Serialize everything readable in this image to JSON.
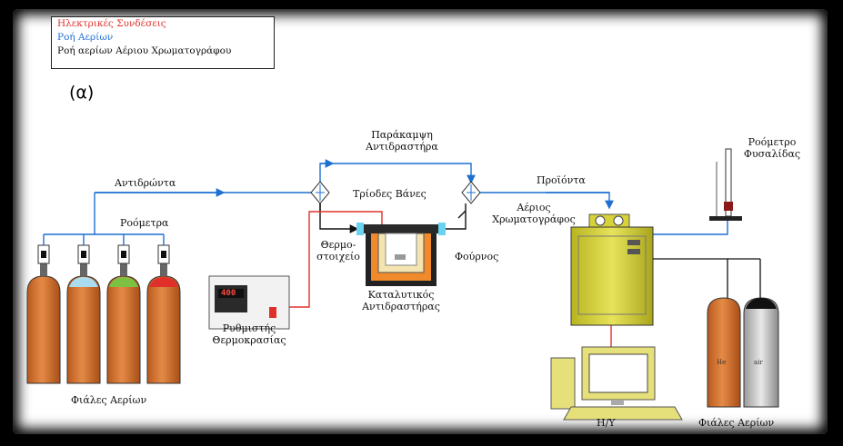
{
  "legend": {
    "electrical": "Ηλεκτρικές Συνδέσεις",
    "gas_flow": "Ροή Αερίων",
    "gc_gas_flow": "Ροή αερίων Αέριου Χρωματογράφου"
  },
  "panel_letter": "(α)",
  "labels": {
    "reactants": "Αντιδρώντα",
    "flowmeters": "Ροόμετρα",
    "gas_bottles_left": "Φιάλες Αερίων",
    "bypass_line1": "Παράκαμψη",
    "bypass_line2": "Αντιδραστήρα",
    "three_way_valves": "Τρίοδες Βάνες",
    "thermocouple_line1": "Θερμο-",
    "thermocouple_line2": "στοιχείο",
    "furnace": "Φούρνος",
    "catalytic_reactor_line1": "Καταλυτικός",
    "catalytic_reactor_line2": "Αντιδραστήρας",
    "temp_controller_line1": "Ρυθμιστής",
    "temp_controller_line2": "Θερμοκρασίας",
    "controller_display": "400",
    "products": "Προϊόντα",
    "gc_line1": "Αέριος",
    "gc_line2": "Χρωματογράφος",
    "bubble_flowmeter_line1": "Ροόμετρο",
    "bubble_flowmeter_line2": "Φυσαλίδας",
    "pc": "Η/Υ",
    "gas_bottles_right": "Φιάλες Αερίων",
    "bottle_he": "He",
    "bottle_air": "air"
  },
  "colors": {
    "electrical": "#e0302a",
    "gas_flow": "#1d6fd1",
    "gc_gas_flow": "#111111",
    "bottle_body": "#d4722f",
    "bottle_caps": [
      "#d4722f",
      "#a9dcef",
      "#7cc142",
      "#e0302a"
    ],
    "gc_body": "#d6d23a",
    "pc_body": "#e6e07a"
  }
}
